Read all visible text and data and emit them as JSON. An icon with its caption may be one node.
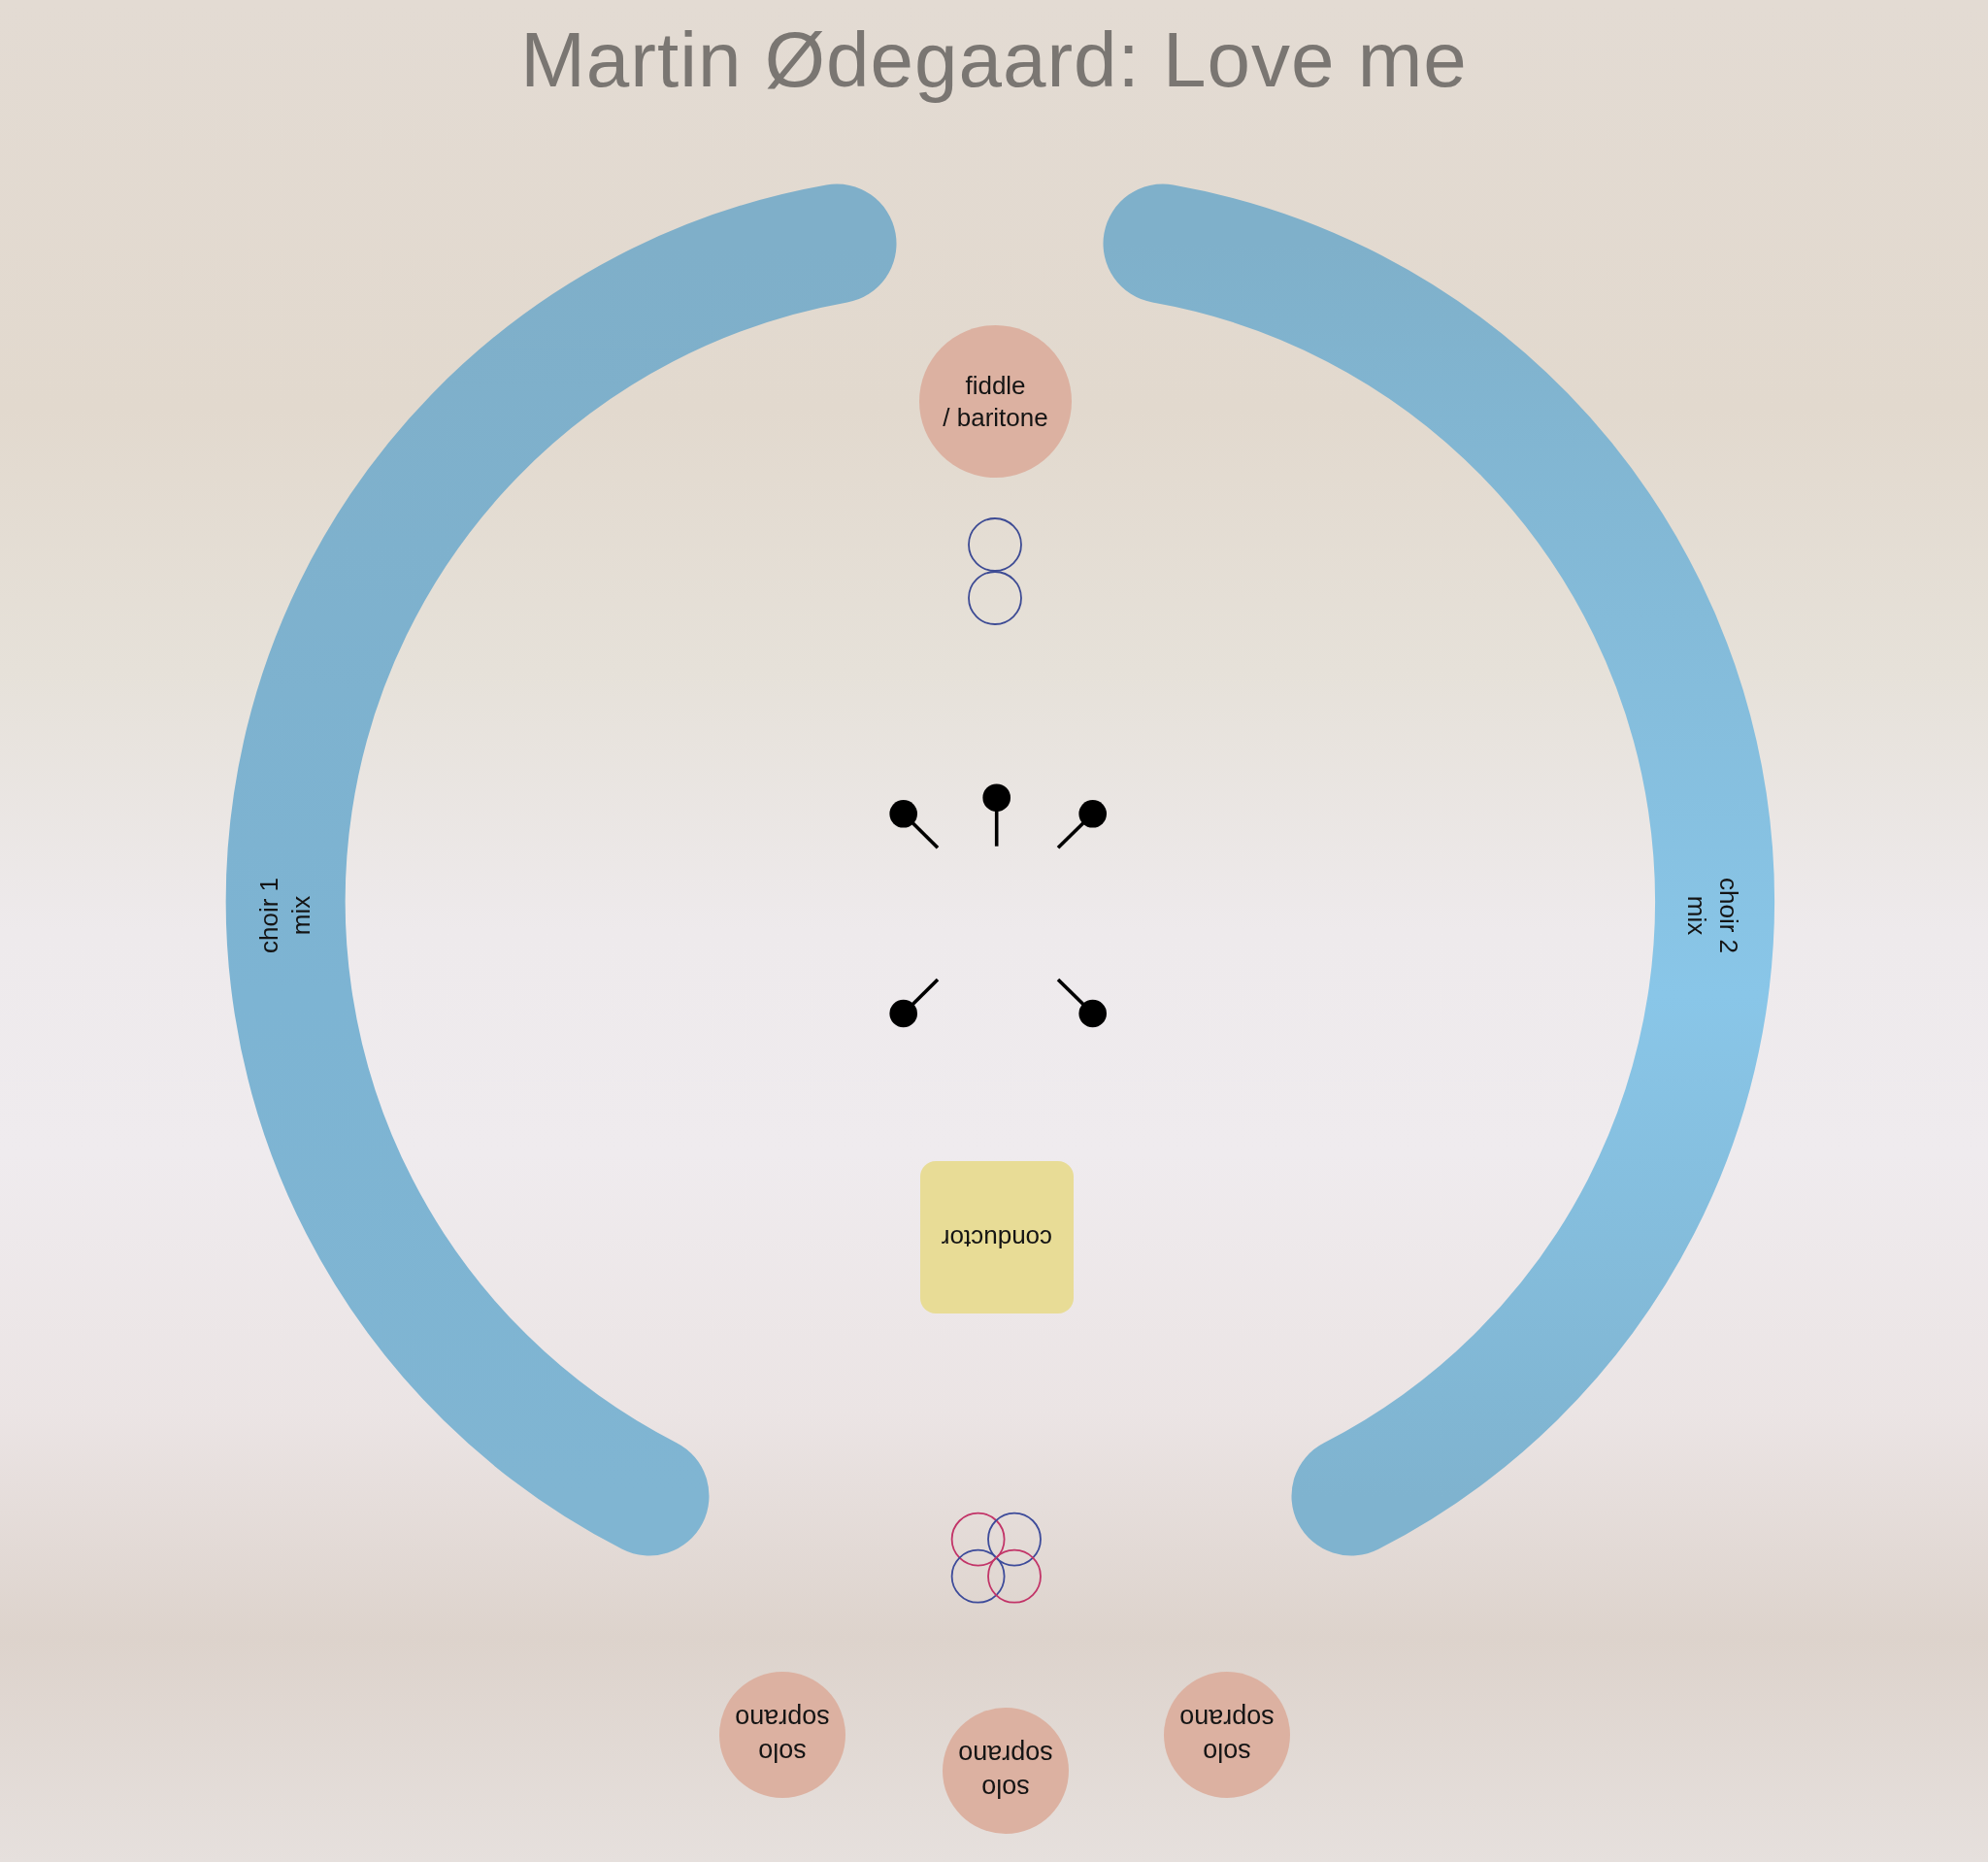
{
  "diagram": {
    "title": "Martin Ødegaard: Love me",
    "nodes": [
      {
        "text": [
          "choir 1 mix"
        ]
      },
      {
        "text": [
          "fiddle / baritone"
        ]
      },
      {
        "text": [
          "choir 2 mix"
        ]
      },
      {
        "text": [
          "conductor"
        ]
      },
      {
        "text": [
          "solo soprano"
        ]
      },
      {
        "text": [
          "solo soprano"
        ]
      },
      {
        "text": [
          "solo soprano"
        ]
      }
    ]
  }
}
